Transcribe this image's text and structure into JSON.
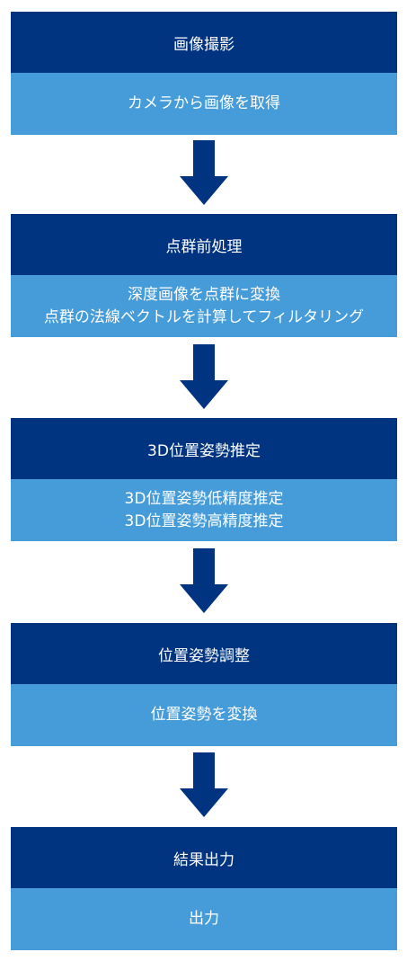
{
  "colors": {
    "header": "#003380",
    "body": "#459cd9",
    "arrow": "#003380",
    "text": "#ffffff"
  },
  "steps": [
    {
      "title": "画像撮影",
      "lines": [
        "カメラから画像を取得"
      ]
    },
    {
      "title": "点群前処理",
      "lines": [
        "深度画像を点群に変換",
        "点群の法線ベクトルを計算してフィルタリング"
      ]
    },
    {
      "title": "3D位置姿勢推定",
      "lines": [
        "3D位置姿勢低精度推定",
        "3D位置姿勢高精度推定"
      ]
    },
    {
      "title": "位置姿勢調整",
      "lines": [
        "位置姿勢を変換"
      ]
    },
    {
      "title": "結果出力",
      "lines": [
        "出力"
      ]
    }
  ]
}
